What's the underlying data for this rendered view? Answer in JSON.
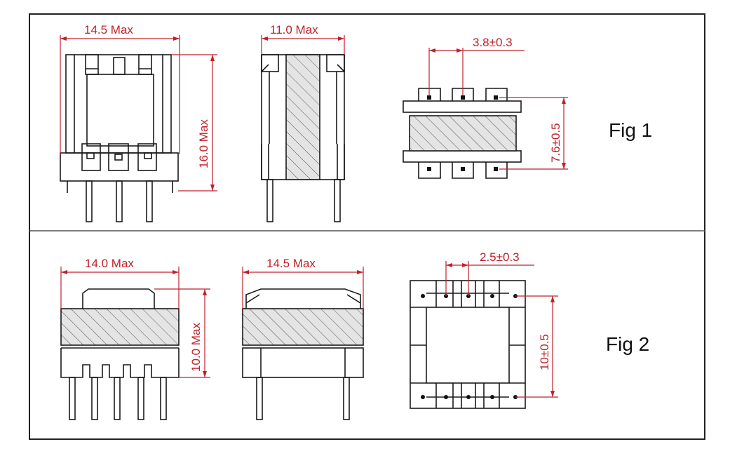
{
  "colors": {
    "outline": "#1a1a1a",
    "dimension": "#c0202a",
    "border": "#222222",
    "hatch_fill": "#dedede"
  },
  "fig1": {
    "label": "Fig 1",
    "front_width": "14.5 Max",
    "front_height": "16.0 Max",
    "side_width": "11.0 Max",
    "bottom_pitch": "3.8±0.3",
    "bottom_span": "7.6±0.5"
  },
  "fig2": {
    "label": "Fig 2",
    "front_width": "14.0 Max",
    "front_height": "10.0 Max",
    "side_width": "14.5 Max",
    "bottom_pitch": "2.5±0.3",
    "bottom_span": "10±0.5"
  }
}
